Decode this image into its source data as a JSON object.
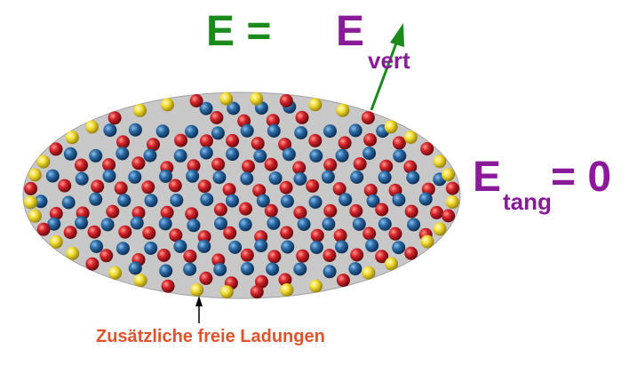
{
  "colors": {
    "green": "#1a8a1a",
    "purple": "#8a1a9a",
    "orange": "#e0522a",
    "ellipse_fill": "#c8c8c8",
    "blue_ball": "#1f5b93",
    "red_ball": "#cc1f24",
    "yellow_ball": "#f2dc2e"
  },
  "labels": {
    "eq_part1": "E = ",
    "eq_part2": "E",
    "eq_sub": "vert",
    "tang_e": "E",
    "tang_sub": "tang",
    "tang_rhs": "= 0",
    "caption": "Zusätzliche freie Ladungen"
  },
  "icons": [
    "blue-sphere-icon",
    "red-sphere-icon",
    "yellow-sphere-icon",
    "arrow-icon"
  ]
}
